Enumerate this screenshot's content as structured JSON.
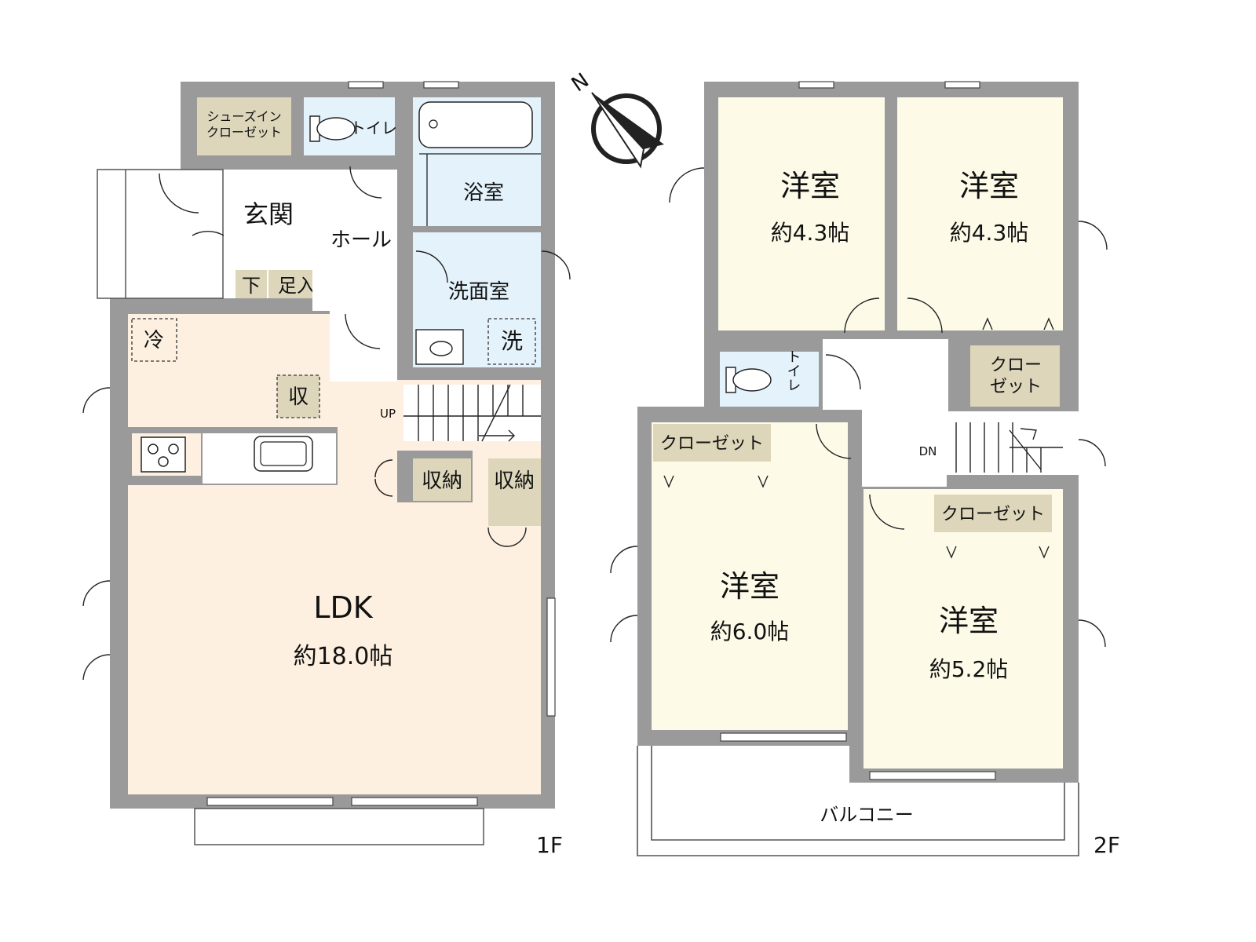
{
  "colors": {
    "wall": "#9a9a9a",
    "ldk_floor": "#fdf0e0",
    "bedroom_floor": "#fdfbe8",
    "wet_floor": "#e4f2fb",
    "storage_fill": "#ddd6bb",
    "entry_floor": "#ffffff"
  },
  "compass": {
    "north_label": "N"
  },
  "floor1": {
    "label": "1F",
    "rooms": {
      "shoe_closet": "シューズイン\nクローゼット",
      "toilet": "トイレ",
      "bath": "浴室",
      "entrance": "玄関",
      "hall": "ホール",
      "washroom": "洗面室",
      "washer": "洗",
      "shoe_under": "下",
      "shoe_box": "足入",
      "fridge": "冷",
      "storage_small": "収",
      "storage1": "収納",
      "storage2": "収納",
      "ldk_name": "LDK",
      "ldk_size": "約18.0帖",
      "stair_up": "UP"
    }
  },
  "floor2": {
    "label": "2F",
    "rooms": {
      "room_nw_name": "洋室",
      "room_nw_size": "約4.3帖",
      "room_ne_name": "洋室",
      "room_ne_size": "約4.3帖",
      "room_sw_name": "洋室",
      "room_sw_size": "約6.0帖",
      "room_se_name": "洋室",
      "room_se_size": "約5.2帖",
      "closet_ne": "クロー\nゼット",
      "closet_sw": "クローゼット",
      "closet_se": "クローゼット",
      "toilet": "トイレ",
      "stair_down": "DN",
      "balcony": "バルコニー"
    }
  }
}
